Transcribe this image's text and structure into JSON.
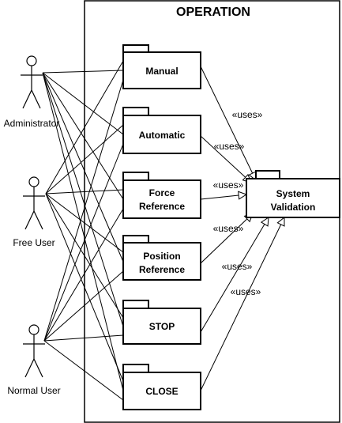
{
  "boundary": {
    "title": "OPERATION"
  },
  "actors": [
    {
      "id": "administrator",
      "label": "Administrator"
    },
    {
      "id": "free-user",
      "label": "Free User"
    },
    {
      "id": "normal-user",
      "label": "Normal User"
    }
  ],
  "packages": [
    {
      "id": "manual",
      "lines": [
        "Manual"
      ]
    },
    {
      "id": "automatic",
      "lines": [
        "Automatic"
      ]
    },
    {
      "id": "force-reference",
      "lines": [
        "Force",
        "Reference"
      ]
    },
    {
      "id": "position-reference",
      "lines": [
        "Position",
        "Reference"
      ]
    },
    {
      "id": "stop",
      "lines": [
        "STOP"
      ]
    },
    {
      "id": "close",
      "lines": [
        "CLOSE"
      ]
    }
  ],
  "target": {
    "id": "system-validation",
    "lines": [
      "System",
      "Validation"
    ]
  },
  "relations": [
    {
      "from": "manual",
      "to": "system-validation",
      "label": "«uses»"
    },
    {
      "from": "automatic",
      "to": "system-validation",
      "label": "«uses»"
    },
    {
      "from": "force-reference",
      "to": "system-validation",
      "label": "«uses»"
    },
    {
      "from": "position-reference",
      "to": "system-validation",
      "label": "«uses»"
    },
    {
      "from": "stop",
      "to": "system-validation",
      "label": "«uses»"
    },
    {
      "from": "close",
      "to": "system-validation",
      "label": "«uses»"
    }
  ]
}
